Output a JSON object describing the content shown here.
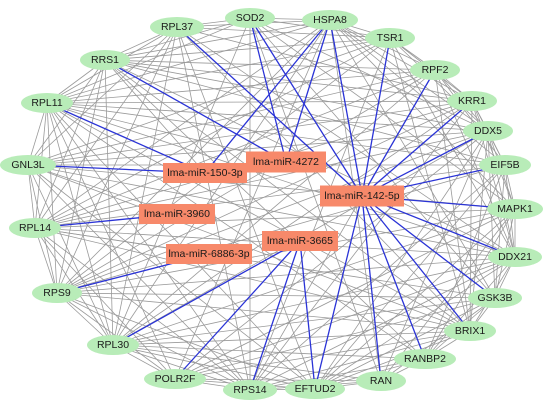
{
  "genes": [
    "RPL37",
    "SOD2",
    "HSPA8",
    "TSR1",
    "RRS1",
    "RPF2",
    "KRR1",
    "RPL11",
    "DDX5",
    "EIF5B",
    "GNL3L",
    "MAPK1",
    "RPL14",
    "DDX21",
    "RPS9",
    "GSK3B",
    "BRIX1",
    "RANBP2",
    "RPL30",
    "POLR2F",
    "RAN",
    "RPS14",
    "EFTUD2"
  ],
  "mirnas": [
    "lma-miR-4272",
    "lma-miR-150-3p",
    "lma-miR-142-5p",
    "lma-miR-3960",
    "lma-miR-3665",
    "lma-miR-6886-3p"
  ],
  "mirna_targets": {
    "lma-miR-142-5p": [
      "HSPA8",
      "SOD2",
      "RPL37",
      "TSR1",
      "RPF2",
      "KRR1",
      "DDX5",
      "EIF5B",
      "MAPK1",
      "DDX21",
      "GSK3B",
      "BRIX1",
      "RANBP2",
      "RAN",
      "EFTUD2"
    ],
    "lma-miR-4272": [
      "SOD2",
      "HSPA8",
      "RRS1"
    ],
    "lma-miR-150-3p": [
      "RPL11",
      "GNL3L",
      "HSPA8"
    ],
    "lma-miR-3960": [
      "RPL14"
    ],
    "lma-miR-3665": [
      "RPL30",
      "POLR2F",
      "RPS14",
      "EFTUD2"
    ],
    "lma-miR-6886-3p": [
      "RPS9"
    ]
  },
  "colors": {
    "gene_node": "#b8ecb8",
    "mirna_node": "#f7896a",
    "gene_gene_edge": "#9a9a9a",
    "mirna_gene_edge": "#2a33d6"
  }
}
